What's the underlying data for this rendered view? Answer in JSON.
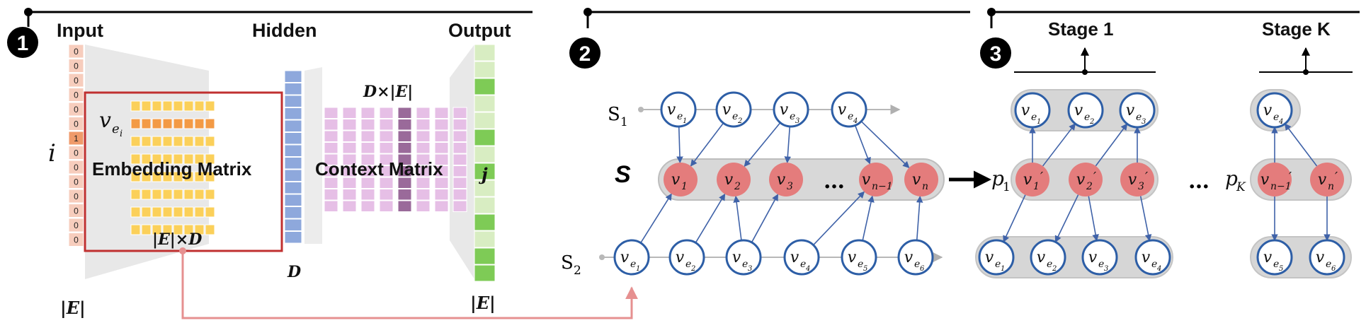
{
  "colors": {
    "input_cell": "#f7cdbd",
    "input_active": "#ef9a6a",
    "embedding_row": "#fbd05a",
    "embedding_active": "#f39a45",
    "hidden_cell": "#8ea8dc",
    "context_col": "#e6bfe6",
    "context_active": "#9a6a9a",
    "output_light": "#d8edc2",
    "output_dark": "#7ecb56",
    "red_node": "#e47c7c",
    "node_border": "#2d5ea6",
    "frame_red": "#c03030",
    "link_pink": "#e69090",
    "arrow_blue": "#3f62a8"
  },
  "panel1": {
    "badge": "1",
    "input_label": "Input",
    "hidden_label": "Hidden",
    "output_label": "Output",
    "input_values": [
      "0",
      "0",
      "0",
      "0",
      "0",
      "0",
      "1",
      "0",
      "0",
      "0",
      "0",
      "0",
      "0",
      "0"
    ],
    "input_index_label": "i",
    "embedding_row_label": "v",
    "embedding_row_sub": "e",
    "embedding_row_subsub": "i",
    "embedding_label": "Embedding Matrix",
    "embedding_dim": "|E|×D",
    "context_label": "Context Matrix",
    "context_dim": "D×|E|",
    "hidden_dim": "D",
    "output_index_label": "j",
    "input_size": "|E|",
    "output_size": "|E|"
  },
  "panel2": {
    "badge": "2",
    "s1_label": "S",
    "s1_sub": "1",
    "s2_label": "S",
    "s2_sub": "2",
    "s_label": "S",
    "s1_nodes": [
      {
        "base": "v",
        "sub": "e",
        "subsub": "1"
      },
      {
        "base": "v",
        "sub": "e",
        "subsub": "2"
      },
      {
        "base": "v",
        "sub": "e",
        "subsub": "3"
      },
      {
        "base": "v",
        "sub": "e",
        "subsub": "4"
      }
    ],
    "s_nodes": [
      {
        "base": "v",
        "sub": "1"
      },
      {
        "base": "v",
        "sub": "2"
      },
      {
        "base": "v",
        "sub": "3"
      },
      {
        "base": "v",
        "sub": "n−1"
      },
      {
        "base": "v",
        "sub": "n"
      }
    ],
    "ellipsis": "…",
    "s2_nodes": [
      {
        "base": "v",
        "sub": "e",
        "subsub": "1"
      },
      {
        "base": "v",
        "sub": "e",
        "subsub": "2"
      },
      {
        "base": "v",
        "sub": "e",
        "subsub": "3"
      },
      {
        "base": "v",
        "sub": "e",
        "subsub": "4"
      },
      {
        "base": "v",
        "sub": "e",
        "subsub": "5"
      },
      {
        "base": "v",
        "sub": "e",
        "subsub": "6"
      }
    ]
  },
  "panel3": {
    "badge": "3",
    "stage1_label": "Stage 1",
    "stageK_label": "Stage K",
    "p1_label": "p",
    "p1_sub": "1",
    "pK_label": "p",
    "pK_sub": "K",
    "ellipsis": "…",
    "stage1_top": [
      {
        "base": "v",
        "sub": "e",
        "subsub": "1"
      },
      {
        "base": "v",
        "sub": "e",
        "subsub": "2"
      },
      {
        "base": "v",
        "sub": "e",
        "subsub": "3"
      }
    ],
    "stage1_mid": [
      {
        "base": "v",
        "sub": "1",
        "prime": "′"
      },
      {
        "base": "v",
        "sub": "2",
        "prime": "′"
      },
      {
        "base": "v",
        "sub": "3",
        "prime": "′"
      }
    ],
    "stage1_bot": [
      {
        "base": "v",
        "sub": "e",
        "subsub": "1"
      },
      {
        "base": "v",
        "sub": "e",
        "subsub": "2"
      },
      {
        "base": "v",
        "sub": "e",
        "subsub": "3"
      },
      {
        "base": "v",
        "sub": "e",
        "subsub": "4"
      }
    ],
    "stageK_top": [
      {
        "base": "v",
        "sub": "e",
        "subsub": "4"
      }
    ],
    "stageK_mid": [
      {
        "base": "v",
        "sub": "n−1",
        "prime": "′"
      },
      {
        "base": "v",
        "sub": "n",
        "prime": "′"
      }
    ],
    "stageK_bot": [
      {
        "base": "v",
        "sub": "e",
        "subsub": "5"
      },
      {
        "base": "v",
        "sub": "e",
        "subsub": "6"
      }
    ]
  }
}
